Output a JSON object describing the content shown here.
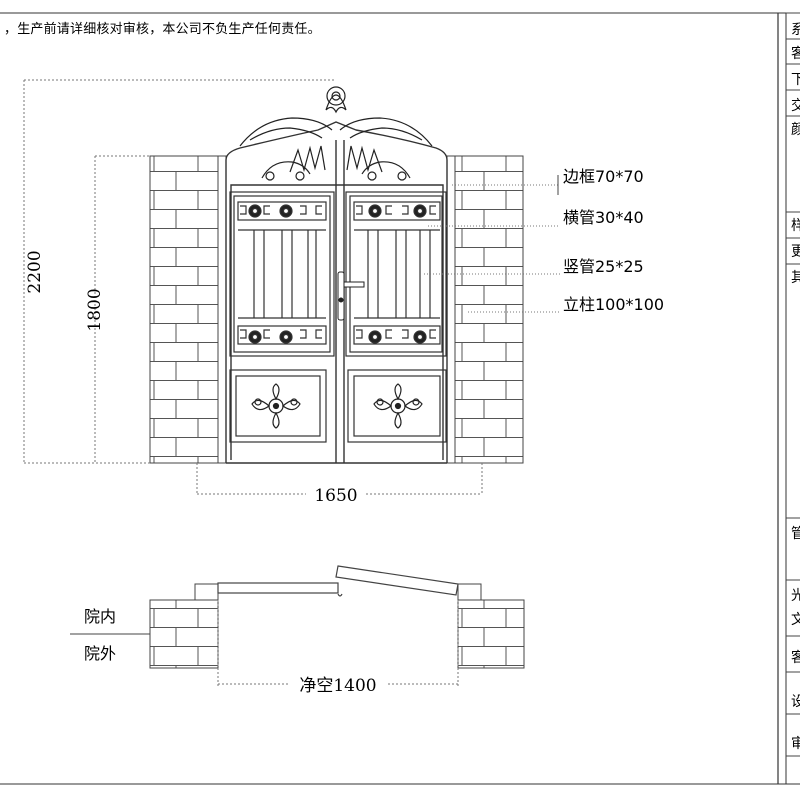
{
  "header_note": "，生产前请详细核对审核，本公司不负生产任何责任。",
  "dimensions": {
    "total_height": "2200",
    "gate_height": "1800",
    "width": "1650",
    "clear_opening": "净空1400"
  },
  "callouts": {
    "frame": "边框70*70",
    "horizontal_tube": "横管30*40",
    "vertical_tube": "竖管25*25",
    "pillar": "立柱100*100"
  },
  "plan_view": {
    "inside": "院内",
    "outside": "院外"
  },
  "title_block": [
    "系",
    "客",
    "下",
    "交",
    "颜",
    "样",
    "更",
    "其",
    "管",
    "光",
    "文",
    "客",
    "设",
    "审"
  ]
}
